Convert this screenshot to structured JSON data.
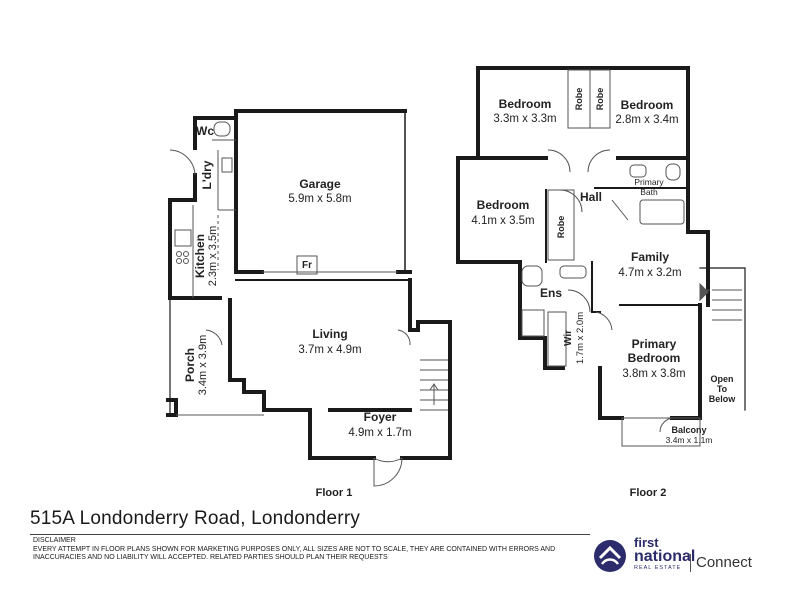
{
  "floor1": {
    "label": "Floor 1",
    "rooms": {
      "wc": "Wc",
      "laundry": "L'dry",
      "garage": {
        "name": "Garage",
        "size": "5.9m x 5.8m"
      },
      "fridge": "Fr",
      "kitchen": {
        "name": "Kitchen",
        "size": "2.3m x 3.5m"
      },
      "living": {
        "name": "Living",
        "size": "3.7m x 4.9m"
      },
      "porch": {
        "name": "Porch",
        "size": "3.4m x 3.9m"
      },
      "foyer": {
        "name": "Foyer",
        "size": "4.9m x 1.7m"
      }
    }
  },
  "floor2": {
    "label": "Floor 2",
    "rooms": {
      "bedroom_a": {
        "name": "Bedroom",
        "size": "3.3m x 3.3m"
      },
      "robe_a": "Robe",
      "robe_b": "Robe",
      "bedroom_b": {
        "name": "Bedroom",
        "size": "2.8m x 3.4m"
      },
      "hall": "Hall",
      "primary_bath": {
        "line1": "Primary",
        "line2": "Bath"
      },
      "bedroom_c": {
        "name": "Bedroom",
        "size": "4.1m x 3.5m"
      },
      "robe_c": "Robe",
      "family": {
        "name": "Family",
        "size": "4.7m x 3.2m"
      },
      "ensuite": "Ens",
      "wir": {
        "name": "Wir",
        "size": "1.7m x 2.0m"
      },
      "primary_bedroom": {
        "line1": "Primary",
        "line2": "Bedroom",
        "size": "3.8m x 3.8m"
      },
      "open_to_below": {
        "line1": "Open",
        "line2": "To",
        "line3": "Below"
      },
      "balcony": {
        "name": "Balcony",
        "size": "3.4m x 1.1m"
      }
    }
  },
  "address": "515A Londonderry Road, Londonderry",
  "disclaimer": {
    "heading": "DISCLAIMER",
    "text": "Every attempt in floor plans shown for marketing purposes only, all sizes are not to scale, they are contained with errors and inaccuracies and no liability will accepted. related parties should plan their requests"
  },
  "brand": {
    "first": "first",
    "national": "national",
    "real_estate": "REAL ESTATE",
    "connect": "Connect",
    "color": "#2c2c6c"
  },
  "colors": {
    "wall": "#1a1a1a",
    "thin": "#555555"
  }
}
